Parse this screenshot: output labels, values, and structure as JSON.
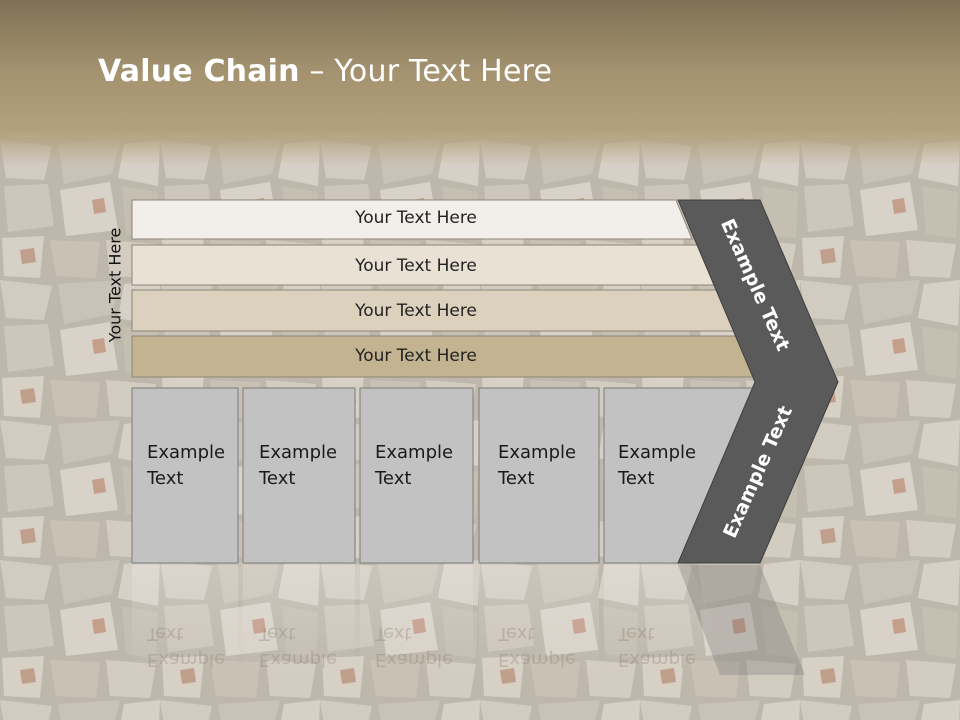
{
  "slide": {
    "title_bold": "Value Chain",
    "title_rest": " – Your Text Here",
    "side_label": "Your Text Here"
  },
  "rows": [
    {
      "label": "Your Text Here",
      "color": "#f2efea"
    },
    {
      "label": "Your Text Here",
      "color": "#e8e1d4"
    },
    {
      "label": "Your Text Here",
      "color": "#dcd1bc"
    },
    {
      "label": "Your Text Here",
      "color": "#c4b391"
    }
  ],
  "boxes": [
    {
      "line1": "Example",
      "line2": "Text"
    },
    {
      "line1": "Example",
      "line2": "Text"
    },
    {
      "line1": "Example",
      "line2": "Text"
    },
    {
      "line1": "Example",
      "line2": "Text"
    },
    {
      "line1": "Example",
      "line2": "Text"
    }
  ],
  "chevron": {
    "upper_label": "Example Text",
    "lower_label": "Example Text",
    "color": "#5a5a5a"
  },
  "colors": {
    "header": "#9c8b68",
    "box_fill": "#c2c2c2"
  }
}
